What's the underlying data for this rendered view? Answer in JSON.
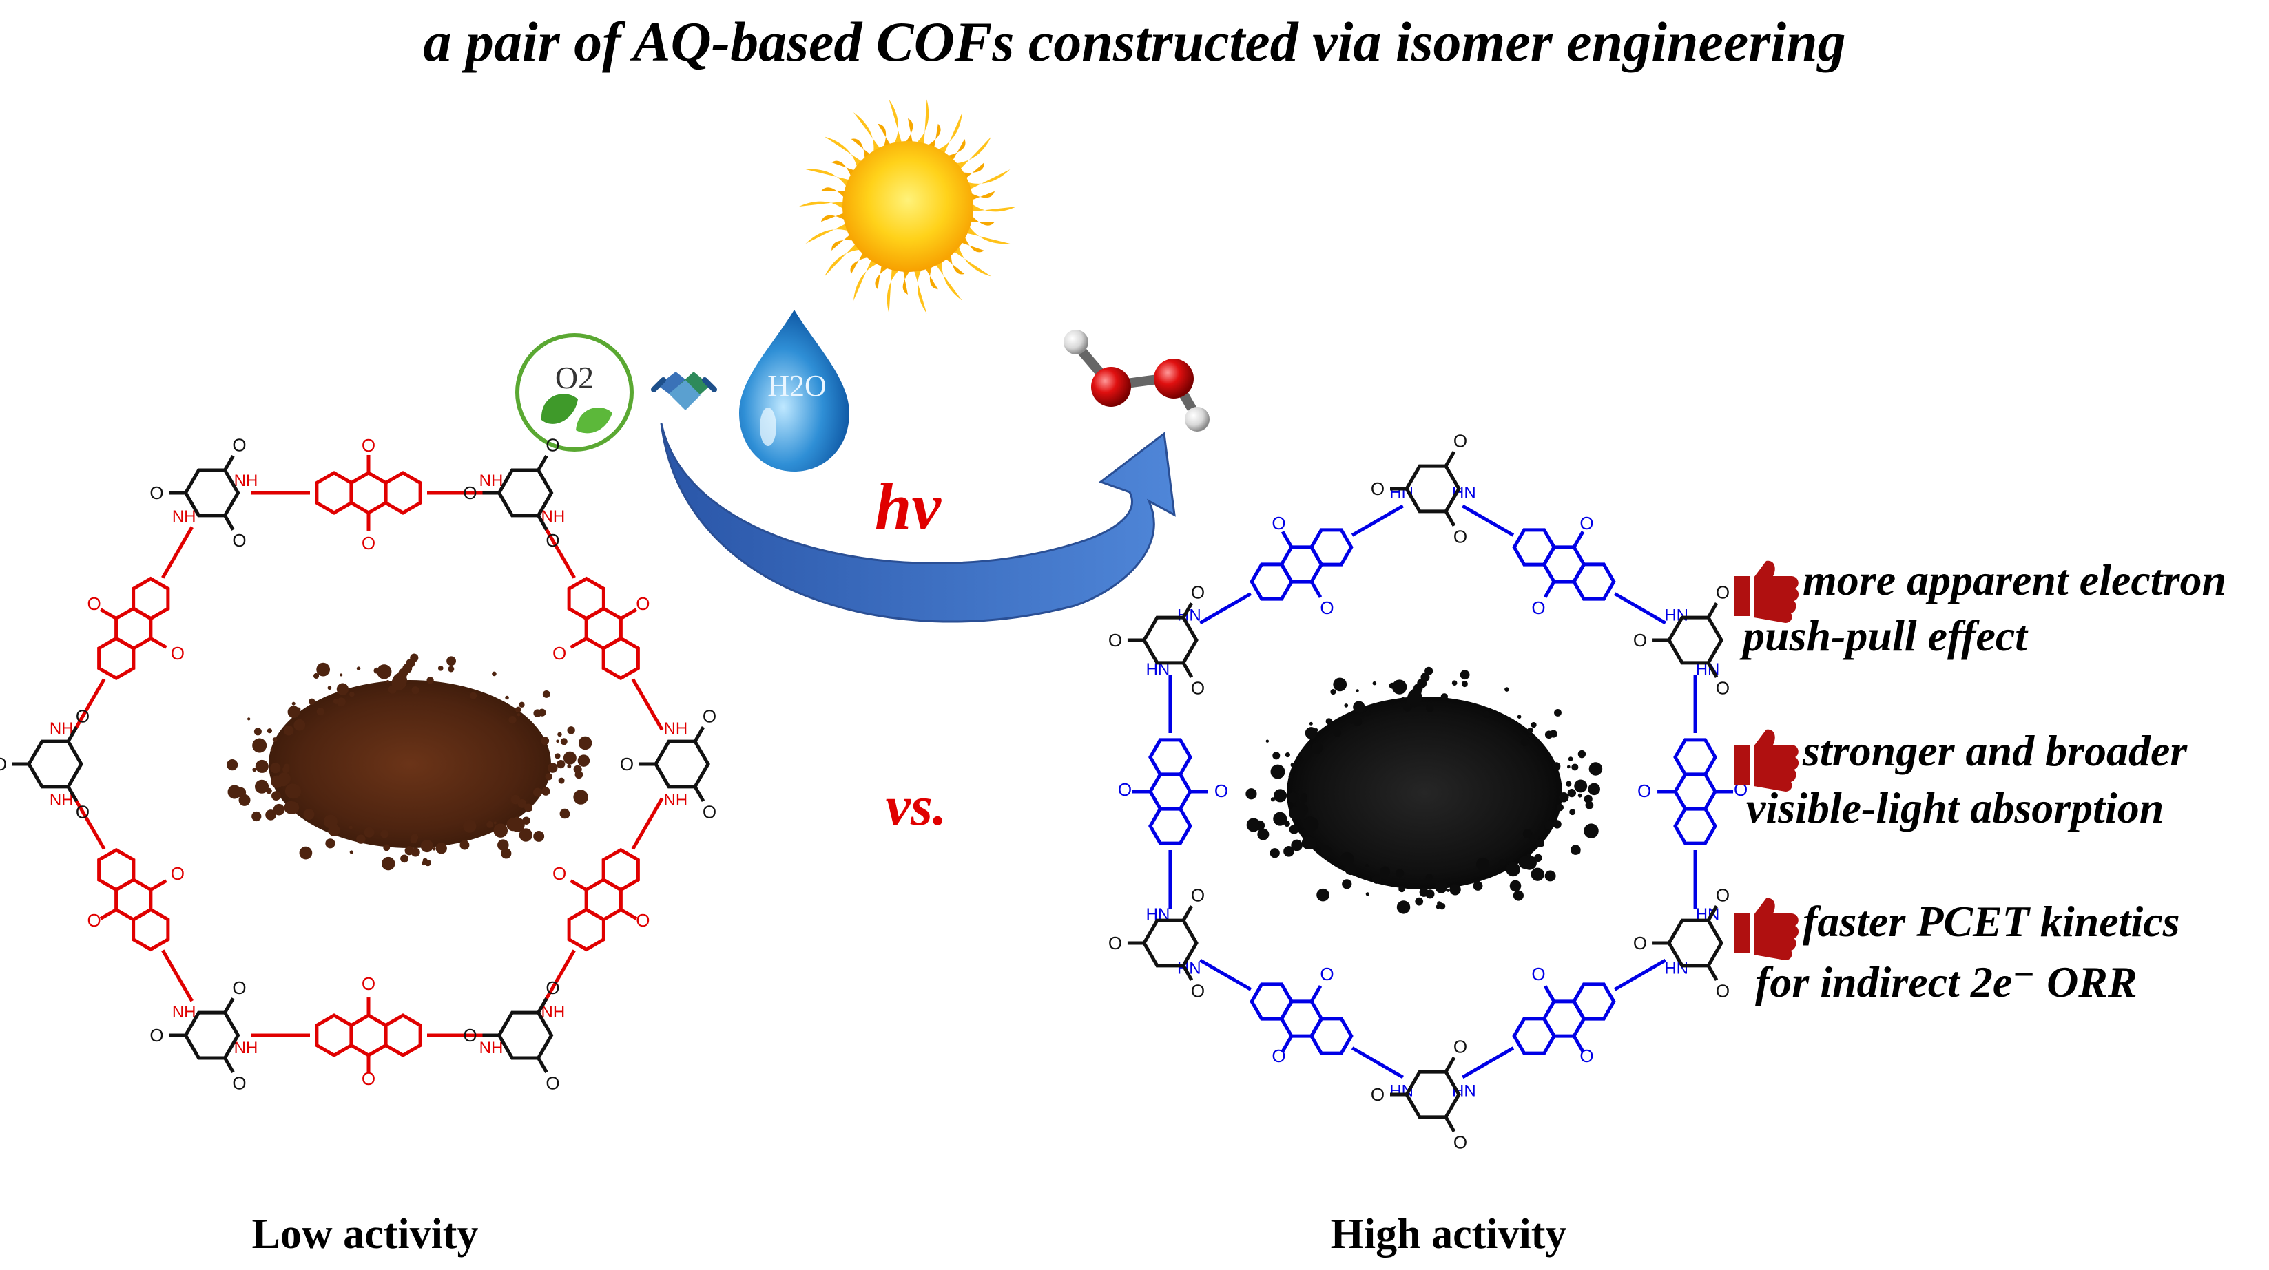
{
  "title": "a pair of AQ-based COFs constructed via isomer engineering",
  "reactants": {
    "o2": "O2",
    "h2o": "H2O"
  },
  "light_label": "hv",
  "versus_label": "vs.",
  "left_cof": {
    "caption": "Low activity",
    "color": "#e00000",
    "linker_label": "NH"
  },
  "right_cof": {
    "caption": "High activity",
    "color": "#0000e6",
    "linker_label": "HN"
  },
  "backbone": {
    "carbonyl_label": "O"
  },
  "features": [
    {
      "line1": "more apparent electron",
      "line2": "push-pull effect"
    },
    {
      "line1": "stronger and broader",
      "line2": "visible-light absorption"
    },
    {
      "line1": "faster PCET kinetics",
      "line2": "for indirect 2e⁻ ORR"
    }
  ],
  "colors": {
    "title": "#000000",
    "accent_red": "#e00000",
    "blue_units": "#0000e6",
    "thumb_red": "#b01010",
    "arrow_blue": "#3b6fc2",
    "sun_core": "#ffd21a",
    "powder_brown": "#5a2a12",
    "powder_black": "#111111"
  },
  "icons": [
    "sun-icon",
    "oxygen-leaf-icon",
    "handshake-icon",
    "water-drop-icon",
    "h2o2-molecule-icon",
    "thumbs-up-icon"
  ]
}
